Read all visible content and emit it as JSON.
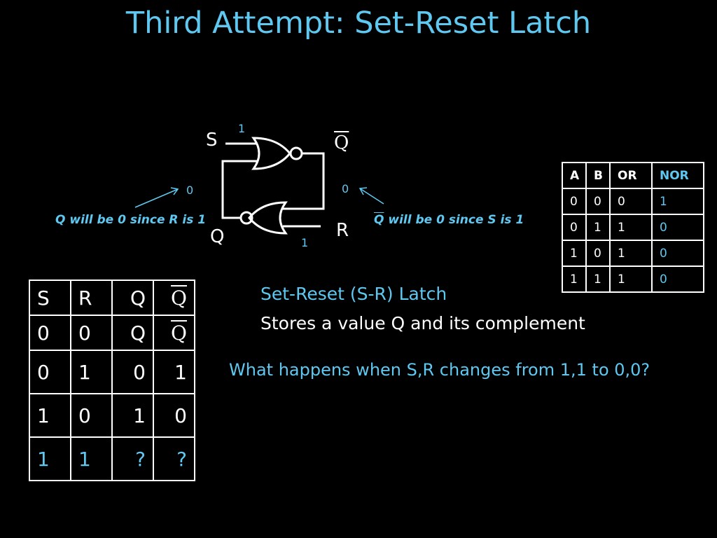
{
  "title": "Third Attempt: Set-Reset Latch",
  "diagram": {
    "input_s": "S",
    "input_r": "R",
    "output_q": "Q",
    "output_qbar": "Q",
    "s_value": "1",
    "r_value": "1",
    "qbar_value": "0",
    "q_value": "0",
    "note_q": "Q will be 0 since R is 1",
    "note_qbar_sym": "Q",
    "note_qbar_rest": " will be 0 since S is 1"
  },
  "nor_table": {
    "headers": [
      "A",
      "B",
      "OR",
      "NOR"
    ],
    "rows": [
      [
        "0",
        "0",
        "0",
        "1"
      ],
      [
        "0",
        "1",
        "1",
        "0"
      ],
      [
        "1",
        "0",
        "1",
        "0"
      ],
      [
        "1",
        "1",
        "1",
        "0"
      ]
    ]
  },
  "latch_table": {
    "headers": [
      "S",
      "R",
      "Q",
      "Q"
    ],
    "rows": [
      [
        "0",
        "0",
        "Q",
        "Q"
      ],
      [
        "0",
        "1",
        "0",
        "1"
      ],
      [
        "1",
        "0",
        "1",
        "0"
      ],
      [
        "1",
        "1",
        "?",
        "?"
      ]
    ]
  },
  "text": {
    "line1": "Set-Reset (S-R) Latch",
    "line2": "Stores a value Q and its complement",
    "question": "What happens when S,R changes from 1,1 to 0,0?"
  },
  "colors": {
    "accent": "#5ec8f0",
    "background": "#000000",
    "foreground": "#ffffff"
  }
}
